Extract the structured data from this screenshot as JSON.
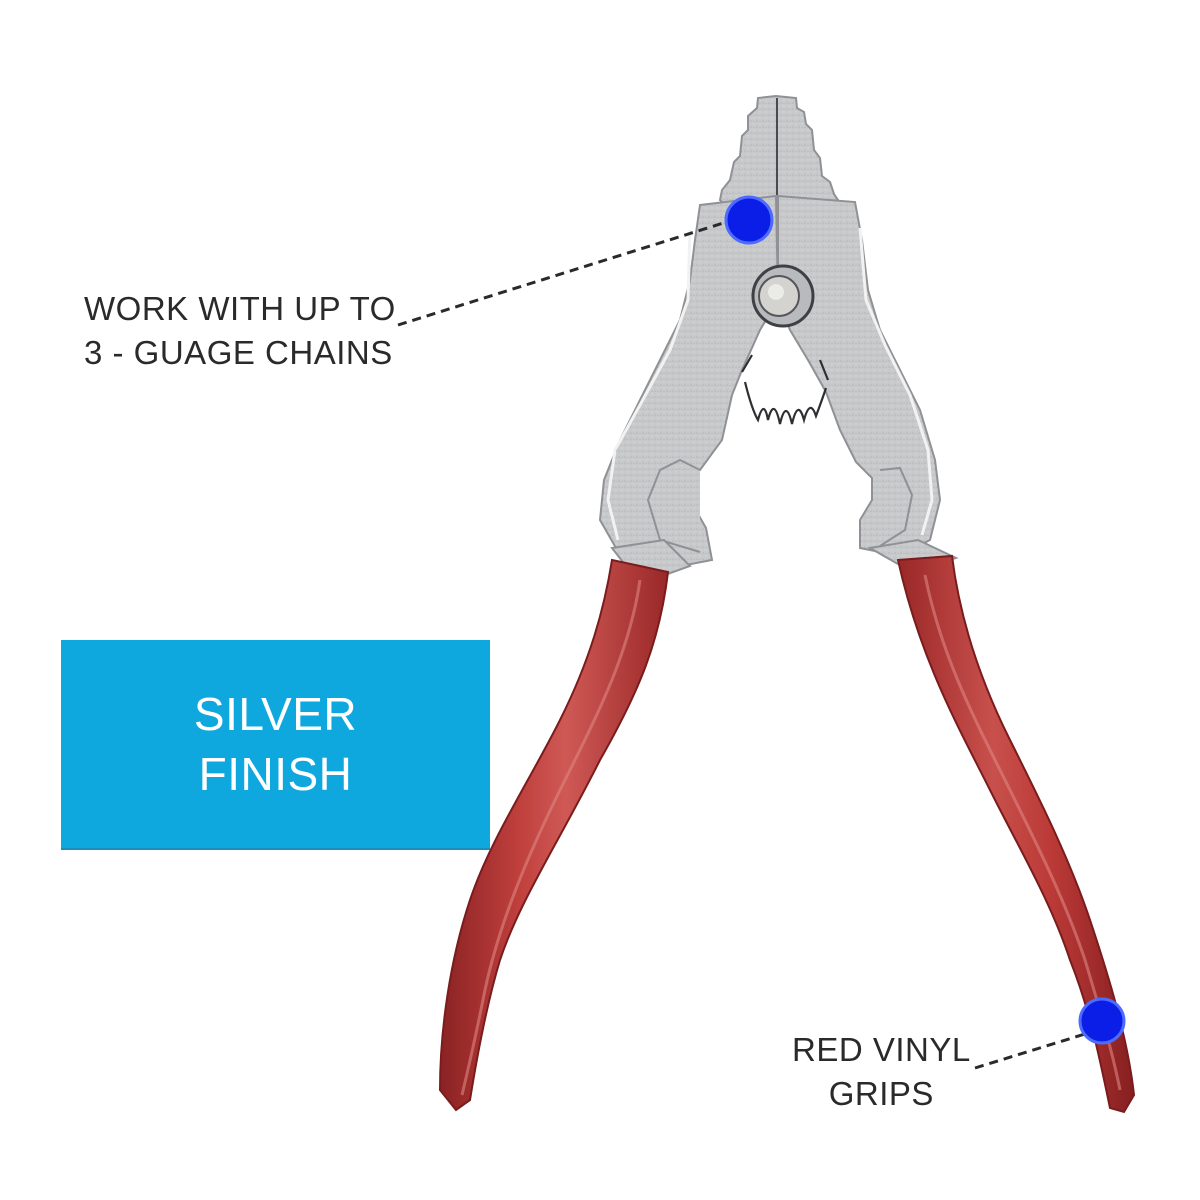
{
  "product": {
    "name": "Chain pliers",
    "finish_badge": {
      "line1": "SILVER",
      "line2": "FINISH",
      "background_color": "#0ea8de",
      "text_color": "#ffffff"
    },
    "callouts": [
      {
        "id": "chains",
        "lines": [
          "WORK WITH UP TO",
          "3 - GUAGE CHAINS"
        ],
        "marker_color": "#0a1ee8"
      },
      {
        "id": "grips",
        "lines": [
          "RED VINYL",
          "GRIPS"
        ],
        "marker_color": "#0a1ee8"
      }
    ]
  },
  "colors": {
    "steel": "#c9cacc",
    "steel_dark": "#8d8f93",
    "grip_red": "#b3302f",
    "grip_red_dark": "#7e1b1c",
    "grip_highlight": "#d2625e",
    "callout_text": "#2a2a2a"
  }
}
